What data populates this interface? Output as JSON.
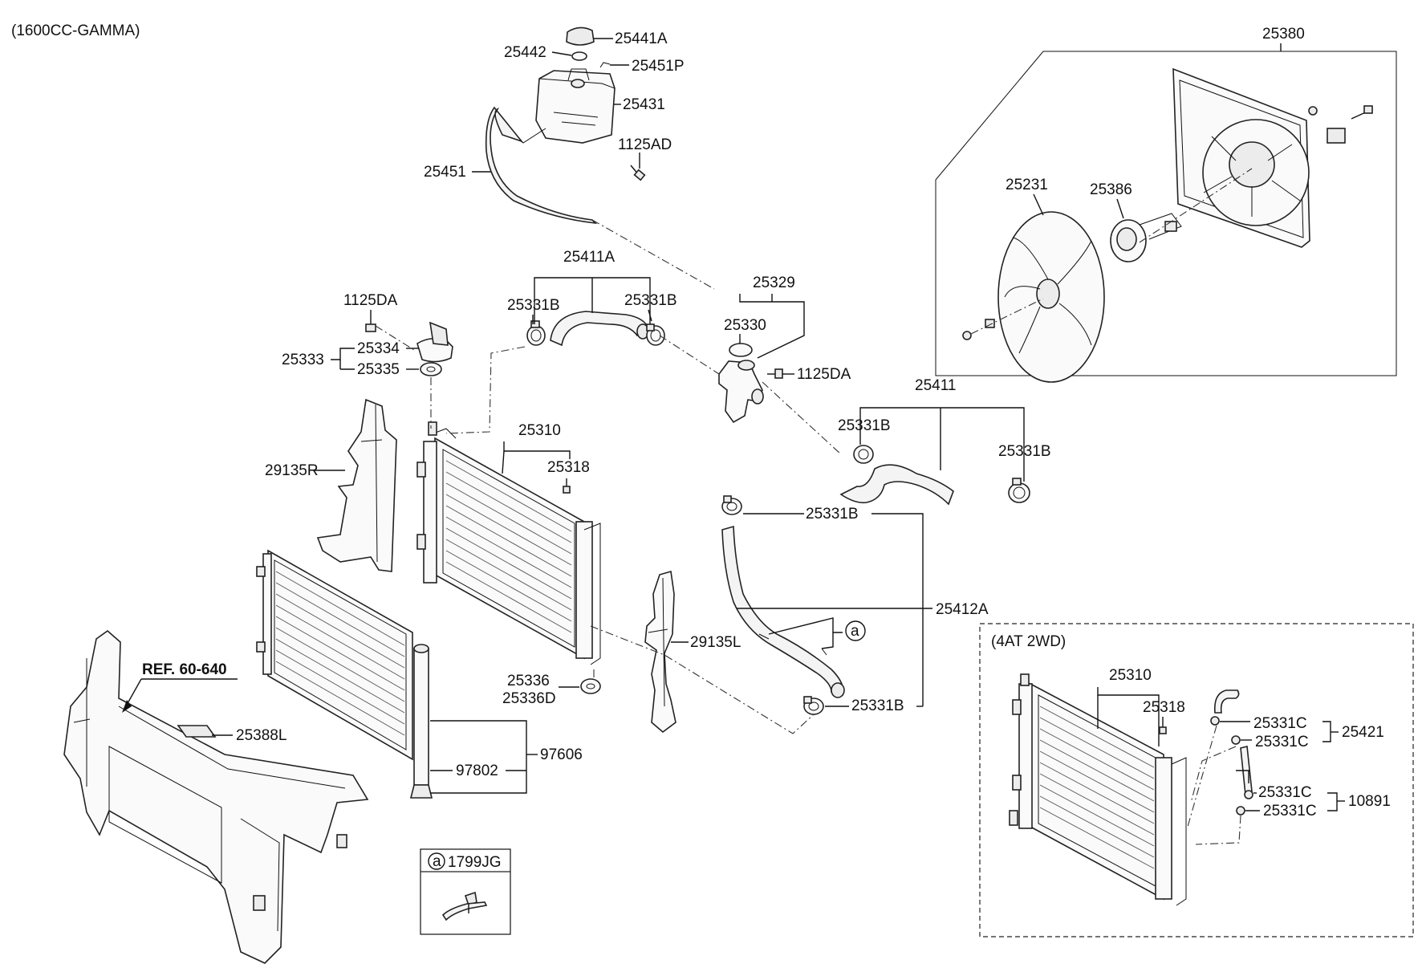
{
  "header": {
    "engine": "(1600CC-GAMMA)",
    "variant_box": "(4AT 2WD)"
  },
  "reference": {
    "label": "REF. 60-640"
  },
  "callout_box": {
    "marker": "a",
    "part": "1799JG"
  },
  "circle_marker": "a",
  "labels": {
    "p25441A": "25441A",
    "p25442": "25442",
    "p25451P": "25451P",
    "p25431": "25431",
    "p1125AD": "1125AD",
    "p25451": "25451",
    "p25380": "25380",
    "p25231": "25231",
    "p25386": "25386",
    "p25411A": "25411A",
    "p25331B_l": "25331B",
    "p25331B_r": "25331B",
    "p25329": "25329",
    "p25330": "25330",
    "p1125DA_r": "1125DA",
    "p1125DA_l": "1125DA",
    "p25334": "25334",
    "p25333": "25333",
    "p25335": "25335",
    "p25411": "25411",
    "p25331B_a": "25331B",
    "p25331B_b": "25331B",
    "p29135R": "29135R",
    "p25310": "25310",
    "p25318": "25318",
    "p25331B_c": "25331B",
    "p25412A": "25412A",
    "p29135L": "29135L",
    "p25336": "25336",
    "p25336D": "25336D",
    "p25331B_d": "25331B",
    "p25388L": "25388L",
    "p97606": "97606",
    "p97802": "97802",
    "v25310": "25310",
    "v25318": "25318",
    "v25331C_1": "25331C",
    "v25331C_2": "25331C",
    "v25421": "25421",
    "v25331C_3": "25331C",
    "v25331C_4": "25331C",
    "v10891": "10891"
  }
}
